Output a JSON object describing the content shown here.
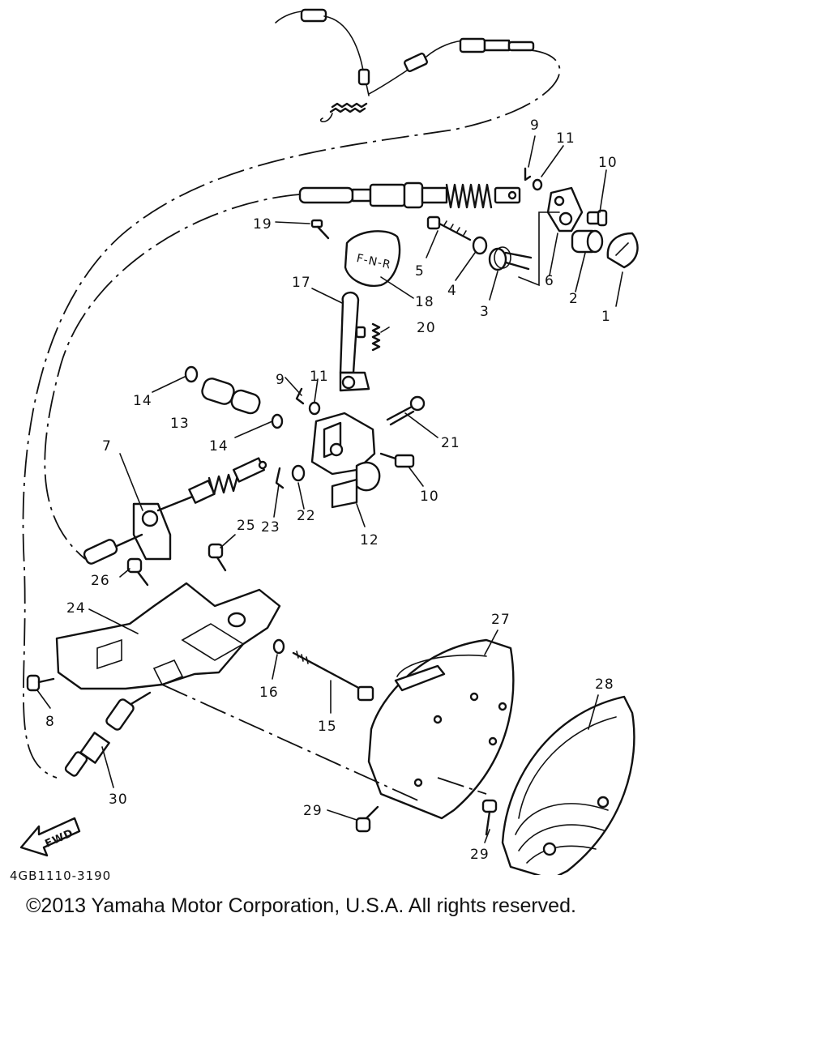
{
  "diagram": {
    "callouts": {
      "c1": "1",
      "c2": "2",
      "c3": "3",
      "c4": "4",
      "c5": "5",
      "c6": "6",
      "c7": "7",
      "c8": "8",
      "c9a": "9",
      "c9b": "9",
      "c10a": "10",
      "c10b": "10",
      "c11a": "11",
      "c11b": "11",
      "c12": "12",
      "c13": "13",
      "c14a": "14",
      "c14b": "14",
      "c15": "15",
      "c16": "16",
      "c17": "17",
      "c18": "18",
      "c19": "19",
      "c20": "20",
      "c21": "21",
      "c22": "22",
      "c23": "23",
      "c24": "24",
      "c25": "25",
      "c26": "26",
      "c27": "27",
      "c28": "28",
      "c29a": "29",
      "c29b": "29",
      "c30": "30"
    },
    "fwd_label": "FWD",
    "knob_label": "F-N-R",
    "drawing_code": "4GB1110-3190"
  },
  "copyright": "©2013 Yamaha Motor Corporation, U.S.A. All rights reserved."
}
